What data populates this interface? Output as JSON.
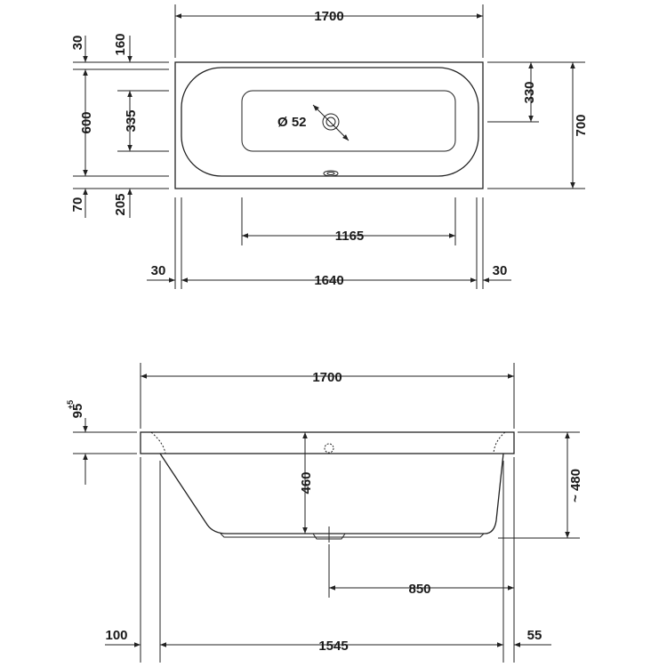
{
  "top_view": {
    "overall_length": "1700",
    "overall_width": "700",
    "rim_top": "30",
    "rim_bottom": "70",
    "inner_width": "600",
    "flat_offset_top": "160",
    "flat_width": "335",
    "flat_offset_bottom": "205",
    "drain_offset": "330",
    "flat_length": "1165",
    "rim_left": "30",
    "inner_length": "1640",
    "rim_right": "30",
    "drain_diameter": "Ø 52"
  },
  "side_view": {
    "overall_length": "1700",
    "rim_thickness": "95",
    "rim_thickness_super": "+5",
    "inner_depth": "460",
    "overall_height": "~ 480",
    "drain_position": "850",
    "left_offset": "100",
    "base_length": "1545",
    "right_offset": "55"
  }
}
